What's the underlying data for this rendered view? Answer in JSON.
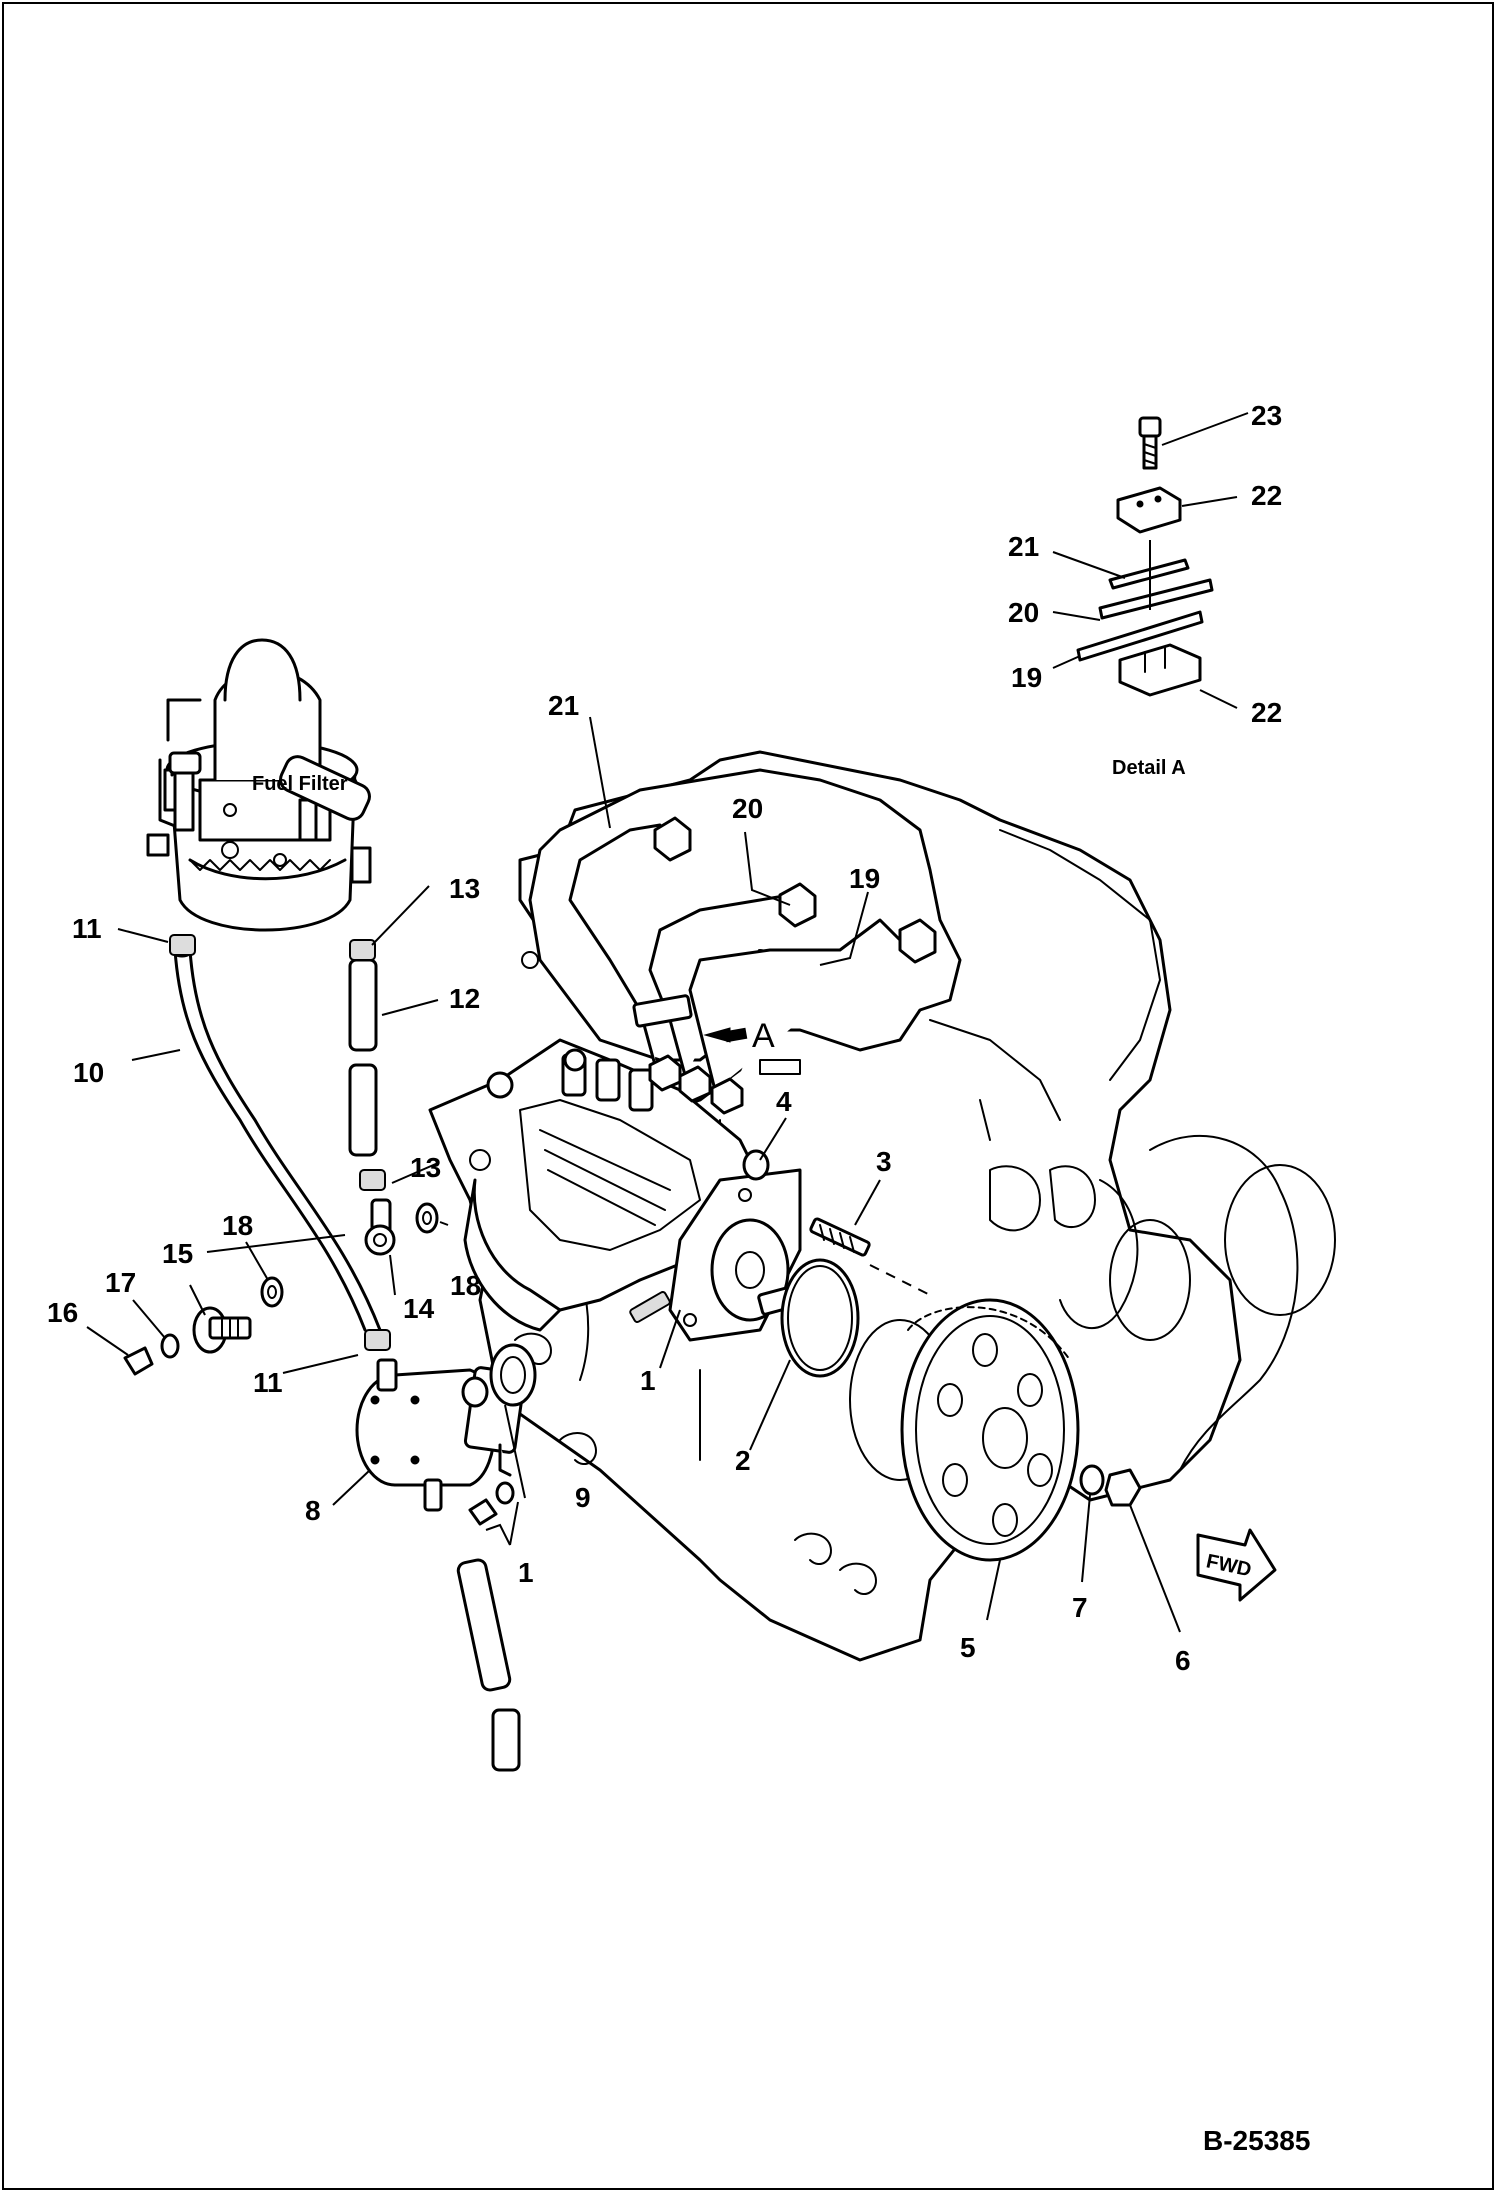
{
  "drawing_number": "B-25385",
  "fuel_filter_label": "Fuel Filter",
  "detail_caption": "Detail A",
  "view_arrow_letter": "A",
  "fwd_label": "FWD",
  "callouts": {
    "c1a": "1",
    "c1b": "1",
    "c2": "2",
    "c3": "3",
    "c4": "4",
    "c5": "5",
    "c6": "6",
    "c7": "7",
    "c8": "8",
    "c9": "9",
    "c10": "10",
    "c11a": "11",
    "c11b": "11",
    "c12": "12",
    "c13a": "13",
    "c13b": "13",
    "c14": "14",
    "c15": "15",
    "c16": "16",
    "c17": "17",
    "c18a": "18",
    "c18b": "18",
    "c19": "19",
    "c20": "20",
    "c21": "21",
    "d19": "19",
    "d20": "20",
    "d21": "21",
    "d22a": "22",
    "d22b": "22",
    "d23": "23"
  }
}
